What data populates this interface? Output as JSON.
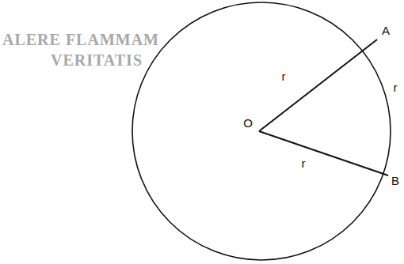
{
  "diagram": {
    "labels": [
      "ALERE FLAMMAM",
      "VERITATIS",
      "A",
      "r",
      "r",
      "O",
      "r",
      "B"
    ]
  }
}
